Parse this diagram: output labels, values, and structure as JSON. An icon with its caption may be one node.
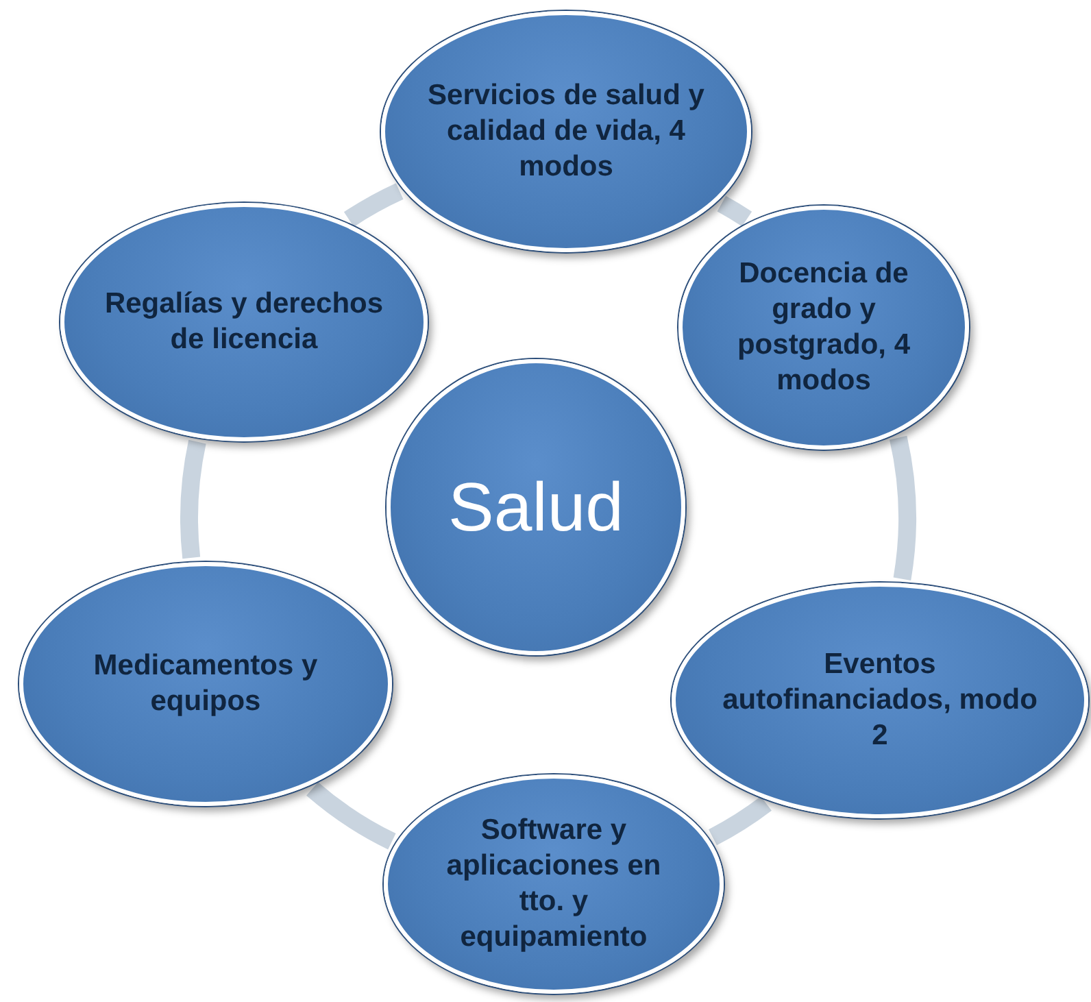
{
  "diagram": {
    "nodes": [
      {
        "text": [
          "Servicios de salud y calidad de vida, 4 modos"
        ]
      },
      {
        "text": [
          "Docencia de grado y postgrado, 4 modos"
        ]
      },
      {
        "text": [
          "Eventos autofinanciados, modo 2"
        ]
      },
      {
        "text": [
          "Software y aplicaciones en tto. y equipamiento"
        ]
      },
      {
        "text": [
          "Medicamentos y equipos"
        ]
      },
      {
        "text": [
          "Regalías y derechos de licencia"
        ]
      },
      {
        "text": [
          "Salud"
        ]
      }
    ],
    "edges": [
      {
        "from": 0,
        "to": 1,
        "arrow": "none"
      },
      {
        "from": 1,
        "to": 2,
        "arrow": "none"
      },
      {
        "from": 2,
        "to": 3,
        "arrow": "none"
      },
      {
        "from": 3,
        "to": 4,
        "arrow": "none"
      },
      {
        "from": 4,
        "to": 5,
        "arrow": "none"
      },
      {
        "from": 5,
        "to": 0,
        "arrow": "none"
      }
    ]
  }
}
